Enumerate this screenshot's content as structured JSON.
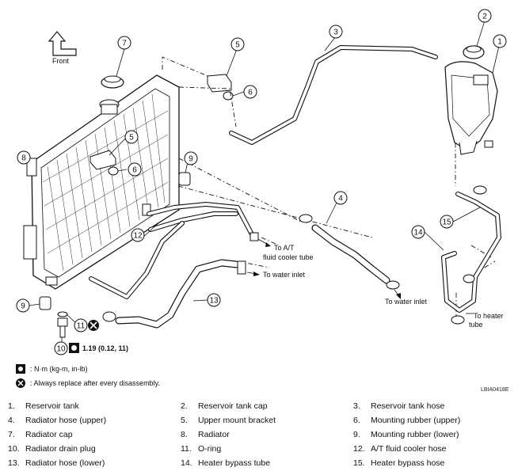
{
  "diagram": {
    "front_label": "Front",
    "ref_code": "LBIA0418E",
    "torque_spec": "1.19 (0.12, 11)",
    "callouts": [
      "1",
      "2",
      "3",
      "4",
      "5",
      "5",
      "6",
      "6",
      "7",
      "8",
      "9",
      "9",
      "10",
      "11",
      "12",
      "13",
      "14",
      "15"
    ],
    "notes": {
      "to_at_fluid_cooler": [
        "To A/T",
        "fluid cooler tube"
      ],
      "to_water_inlet_1": "To water inlet",
      "to_water_inlet_2": "To water inlet",
      "to_heater_tube": [
        "To heater",
        "tube"
      ]
    }
  },
  "legend": {
    "torque_unit": ": N·m (kg-m, in-lb)",
    "replace": ": Always replace after every disassembly."
  },
  "parts": [
    {
      "num": "1.",
      "name": "Reservoir tank"
    },
    {
      "num": "2.",
      "name": "Reservoir tank cap"
    },
    {
      "num": "3.",
      "name": "Reservoir tank hose"
    },
    {
      "num": "4.",
      "name": "Radiator hose (upper)"
    },
    {
      "num": "5.",
      "name": "Upper mount bracket"
    },
    {
      "num": "6.",
      "name": "Mounting rubber (upper)"
    },
    {
      "num": "7.",
      "name": "Radiator cap"
    },
    {
      "num": "8.",
      "name": "Radiator"
    },
    {
      "num": "9.",
      "name": "Mounting rubber (lower)"
    },
    {
      "num": "10.",
      "name": "Radiator drain plug"
    },
    {
      "num": "11.",
      "name": "O-ring"
    },
    {
      "num": "12.",
      "name": "A/T fluid cooler hose"
    },
    {
      "num": "13.",
      "name": "Radiator hose (lower)"
    },
    {
      "num": "14.",
      "name": "Heater bypass tube"
    },
    {
      "num": "15.",
      "name": "Heater bypass hose"
    }
  ]
}
